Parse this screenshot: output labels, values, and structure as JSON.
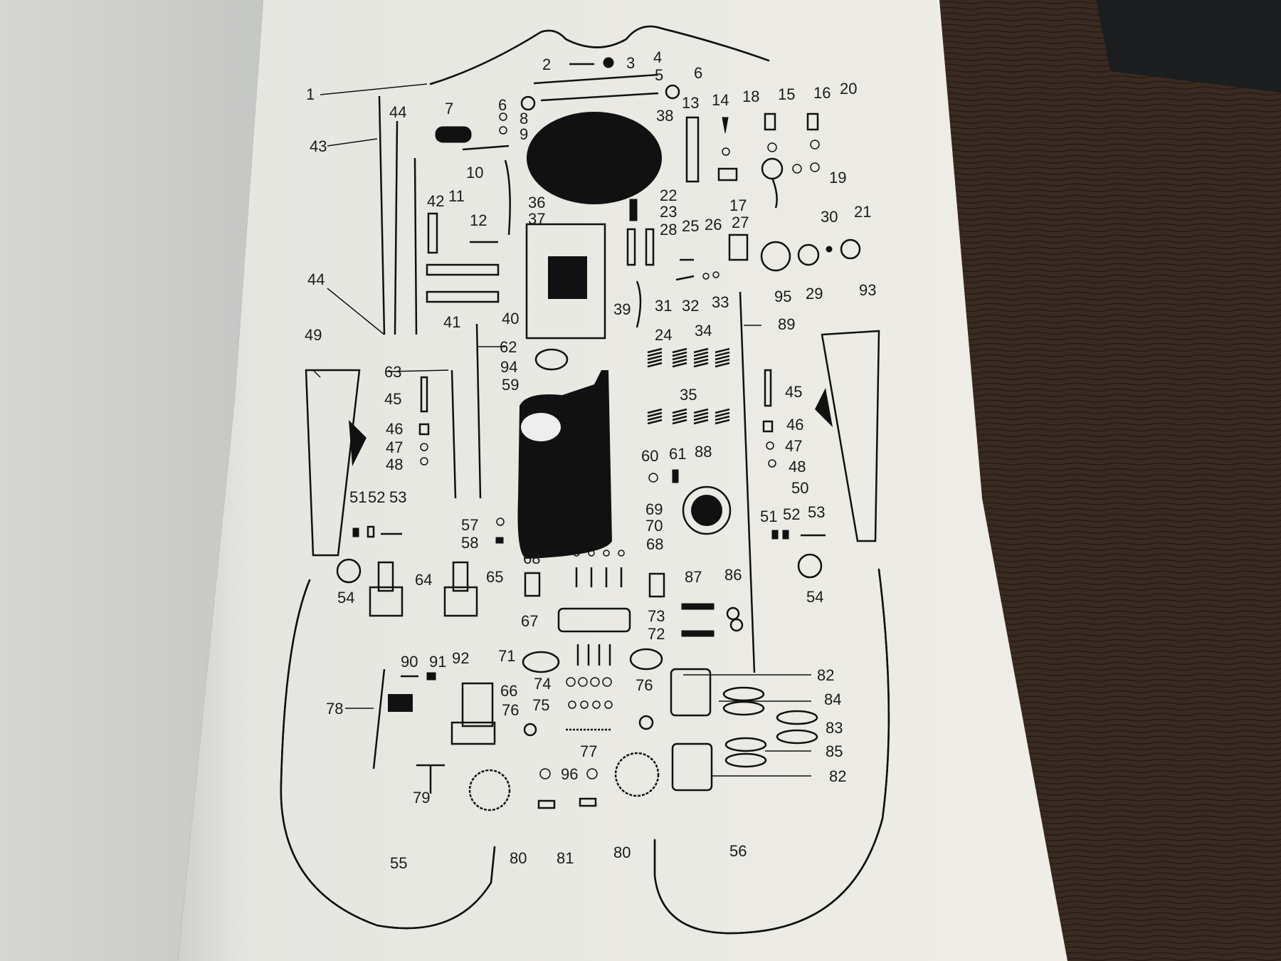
{
  "labels": [
    {
      "id": "l1",
      "text": "1"
    },
    {
      "id": "l2",
      "text": "2"
    },
    {
      "id": "l3",
      "text": "3"
    },
    {
      "id": "l4",
      "text": "4"
    },
    {
      "id": "l5",
      "text": "5"
    },
    {
      "id": "l6a",
      "text": "6"
    },
    {
      "id": "l6b",
      "text": "6"
    },
    {
      "id": "l7",
      "text": "7"
    },
    {
      "id": "l8",
      "text": "8"
    },
    {
      "id": "l9",
      "text": "9"
    },
    {
      "id": "l10",
      "text": "10"
    },
    {
      "id": "l11",
      "text": "11"
    },
    {
      "id": "l12",
      "text": "12"
    },
    {
      "id": "l13",
      "text": "13"
    },
    {
      "id": "l14",
      "text": "14"
    },
    {
      "id": "l15",
      "text": "15"
    },
    {
      "id": "l16",
      "text": "16"
    },
    {
      "id": "l17",
      "text": "17"
    },
    {
      "id": "l18",
      "text": "18"
    },
    {
      "id": "l19",
      "text": "19"
    },
    {
      "id": "l20",
      "text": "20"
    },
    {
      "id": "l21",
      "text": "21"
    },
    {
      "id": "l22",
      "text": "22"
    },
    {
      "id": "l23",
      "text": "23"
    },
    {
      "id": "l24",
      "text": "24"
    },
    {
      "id": "l25",
      "text": "25"
    },
    {
      "id": "l26",
      "text": "26"
    },
    {
      "id": "l27",
      "text": "27"
    },
    {
      "id": "l28",
      "text": "28"
    },
    {
      "id": "l29",
      "text": "29"
    },
    {
      "id": "l30",
      "text": "30"
    },
    {
      "id": "l31",
      "text": "31"
    },
    {
      "id": "l32",
      "text": "32"
    },
    {
      "id": "l33",
      "text": "33"
    },
    {
      "id": "l34",
      "text": "34"
    },
    {
      "id": "l35",
      "text": "35"
    },
    {
      "id": "l36",
      "text": "36"
    },
    {
      "id": "l37",
      "text": "37"
    },
    {
      "id": "l38",
      "text": "38"
    },
    {
      "id": "l39",
      "text": "39"
    },
    {
      "id": "l40",
      "text": "40"
    },
    {
      "id": "l41",
      "text": "41"
    },
    {
      "id": "l42",
      "text": "42"
    },
    {
      "id": "l43",
      "text": "43"
    },
    {
      "id": "l44a",
      "text": "44"
    },
    {
      "id": "l44b",
      "text": "44"
    },
    {
      "id": "l45a",
      "text": "45"
    },
    {
      "id": "l45b",
      "text": "45"
    },
    {
      "id": "l46a",
      "text": "46"
    },
    {
      "id": "l46b",
      "text": "46"
    },
    {
      "id": "l47a",
      "text": "47"
    },
    {
      "id": "l47b",
      "text": "47"
    },
    {
      "id": "l48a",
      "text": "48"
    },
    {
      "id": "l48b",
      "text": "48"
    },
    {
      "id": "l49",
      "text": "49"
    },
    {
      "id": "l50",
      "text": "50"
    },
    {
      "id": "l51a",
      "text": "51"
    },
    {
      "id": "l51b",
      "text": "51"
    },
    {
      "id": "l52a",
      "text": "52"
    },
    {
      "id": "l52b",
      "text": "52"
    },
    {
      "id": "l53a",
      "text": "53"
    },
    {
      "id": "l53b",
      "text": "53"
    },
    {
      "id": "l54a",
      "text": "54"
    },
    {
      "id": "l54b",
      "text": "54"
    },
    {
      "id": "l55",
      "text": "55"
    },
    {
      "id": "l56",
      "text": "56"
    },
    {
      "id": "l57",
      "text": "57"
    },
    {
      "id": "l58",
      "text": "58"
    },
    {
      "id": "l59",
      "text": "59"
    },
    {
      "id": "l60",
      "text": "60"
    },
    {
      "id": "l61",
      "text": "61"
    },
    {
      "id": "l62",
      "text": "62"
    },
    {
      "id": "l63",
      "text": "63"
    },
    {
      "id": "l64",
      "text": "64"
    },
    {
      "id": "l65",
      "text": "65"
    },
    {
      "id": "l66",
      "text": "66"
    },
    {
      "id": "l67",
      "text": "67"
    },
    {
      "id": "l68a",
      "text": "68"
    },
    {
      "id": "l68b",
      "text": "68"
    },
    {
      "id": "l69",
      "text": "69"
    },
    {
      "id": "l70",
      "text": "70"
    },
    {
      "id": "l71",
      "text": "71"
    },
    {
      "id": "l72",
      "text": "72"
    },
    {
      "id": "l73",
      "text": "73"
    },
    {
      "id": "l74",
      "text": "74"
    },
    {
      "id": "l75",
      "text": "75"
    },
    {
      "id": "l76a",
      "text": "76"
    },
    {
      "id": "l76b",
      "text": "76"
    },
    {
      "id": "l77",
      "text": "77"
    },
    {
      "id": "l78",
      "text": "78"
    },
    {
      "id": "l79",
      "text": "79"
    },
    {
      "id": "l80a",
      "text": "80"
    },
    {
      "id": "l80b",
      "text": "80"
    },
    {
      "id": "l81",
      "text": "81"
    },
    {
      "id": "l82a",
      "text": "82"
    },
    {
      "id": "l82b",
      "text": "82"
    },
    {
      "id": "l83",
      "text": "83"
    },
    {
      "id": "l84",
      "text": "84"
    },
    {
      "id": "l85",
      "text": "85"
    },
    {
      "id": "l86",
      "text": "86"
    },
    {
      "id": "l87",
      "text": "87"
    },
    {
      "id": "l88",
      "text": "88"
    },
    {
      "id": "l89",
      "text": "89"
    },
    {
      "id": "l90",
      "text": "90"
    },
    {
      "id": "l91",
      "text": "91"
    },
    {
      "id": "l92",
      "text": "92"
    },
    {
      "id": "l93",
      "text": "93"
    },
    {
      "id": "l94",
      "text": "94"
    },
    {
      "id": "l95",
      "text": "95"
    },
    {
      "id": "l96",
      "text": "96"
    }
  ],
  "colors": {
    "page": "#ecebe4",
    "ink": "#111111",
    "wood": "#3a2b22",
    "left_page": "#dcdcd8"
  }
}
